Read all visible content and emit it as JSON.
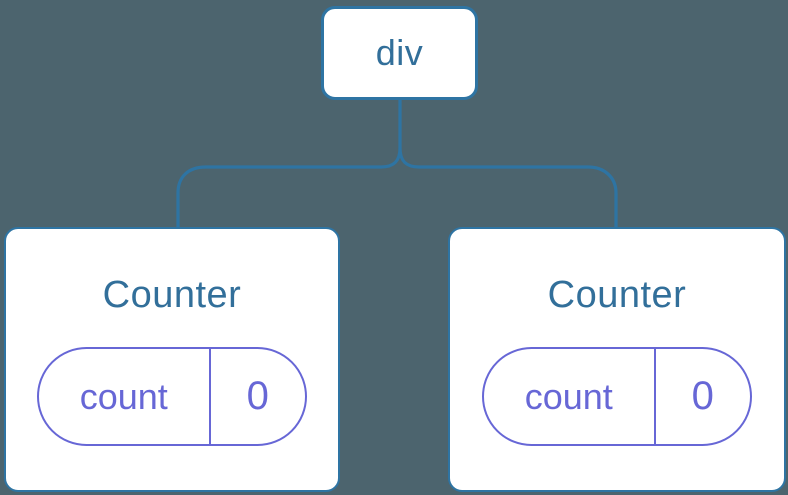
{
  "colors": {
    "background": "#4c646e",
    "line_blue": "#2e74a3",
    "node_text": "#326f9a",
    "state_purple": "#6767d6",
    "card_fill": "#ffffff"
  },
  "tree": {
    "root": {
      "label": "div"
    },
    "children": [
      {
        "title": "Counter",
        "state": {
          "key": "count",
          "value": "0"
        }
      },
      {
        "title": "Counter",
        "state": {
          "key": "count",
          "value": "0"
        }
      }
    ]
  }
}
